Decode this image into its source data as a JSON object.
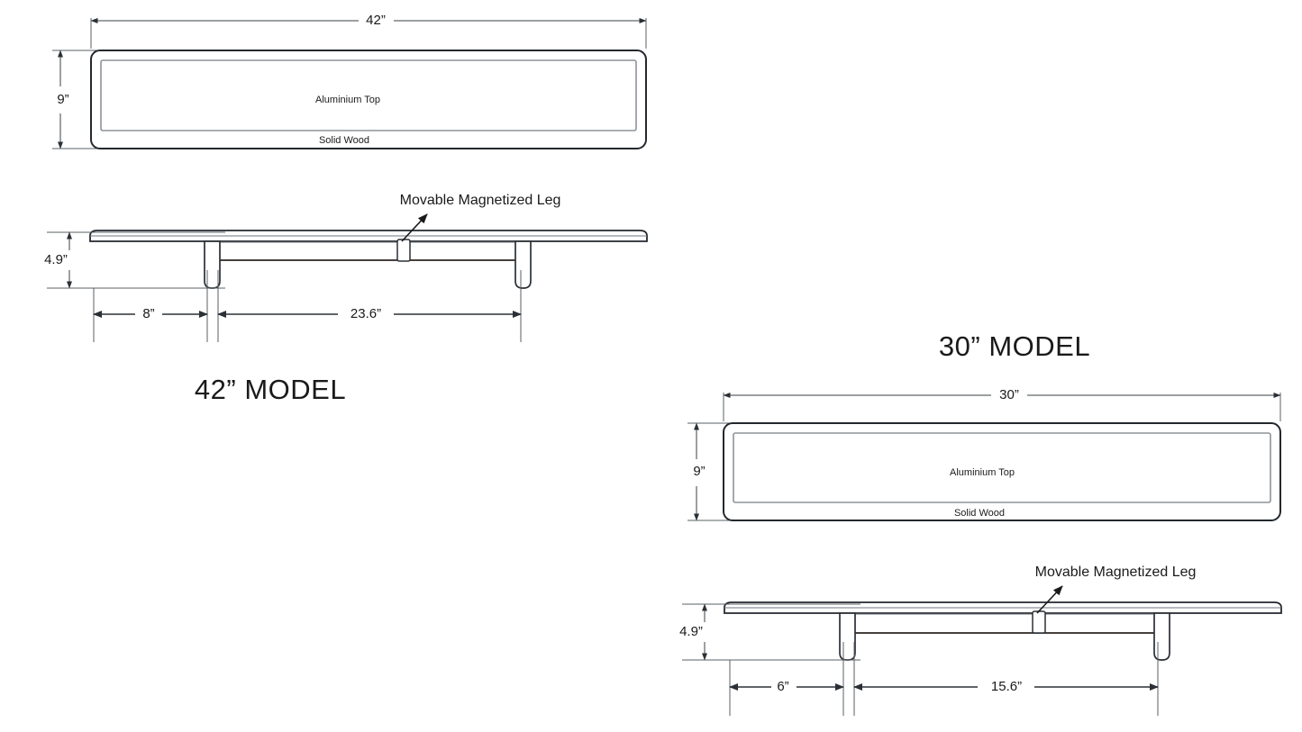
{
  "drawing": {
    "sheet_background": "#ffffff",
    "line_color": "#23282e"
  },
  "models": [
    {
      "id": "model-42",
      "title": "42” MODEL",
      "top_view": {
        "width_dimension": "42”",
        "height_dimension": "9”",
        "surface_label": "Aluminium Top",
        "frame_label": "Solid Wood"
      },
      "side_view": {
        "height_dimension": "4.9”",
        "left_inset_dimension": "8”",
        "leg_span_dimension": "23.6”",
        "callout": "Movable Magnetized Leg"
      }
    },
    {
      "id": "model-30",
      "title": "30” MODEL",
      "top_view": {
        "width_dimension": "30”",
        "height_dimension": "9”",
        "surface_label": "Aluminium Top",
        "frame_label": "Solid Wood"
      },
      "side_view": {
        "height_dimension": "4.9”",
        "left_inset_dimension": "6”",
        "leg_span_dimension": "15.6”",
        "callout": "Movable Magnetized Leg"
      }
    }
  ]
}
